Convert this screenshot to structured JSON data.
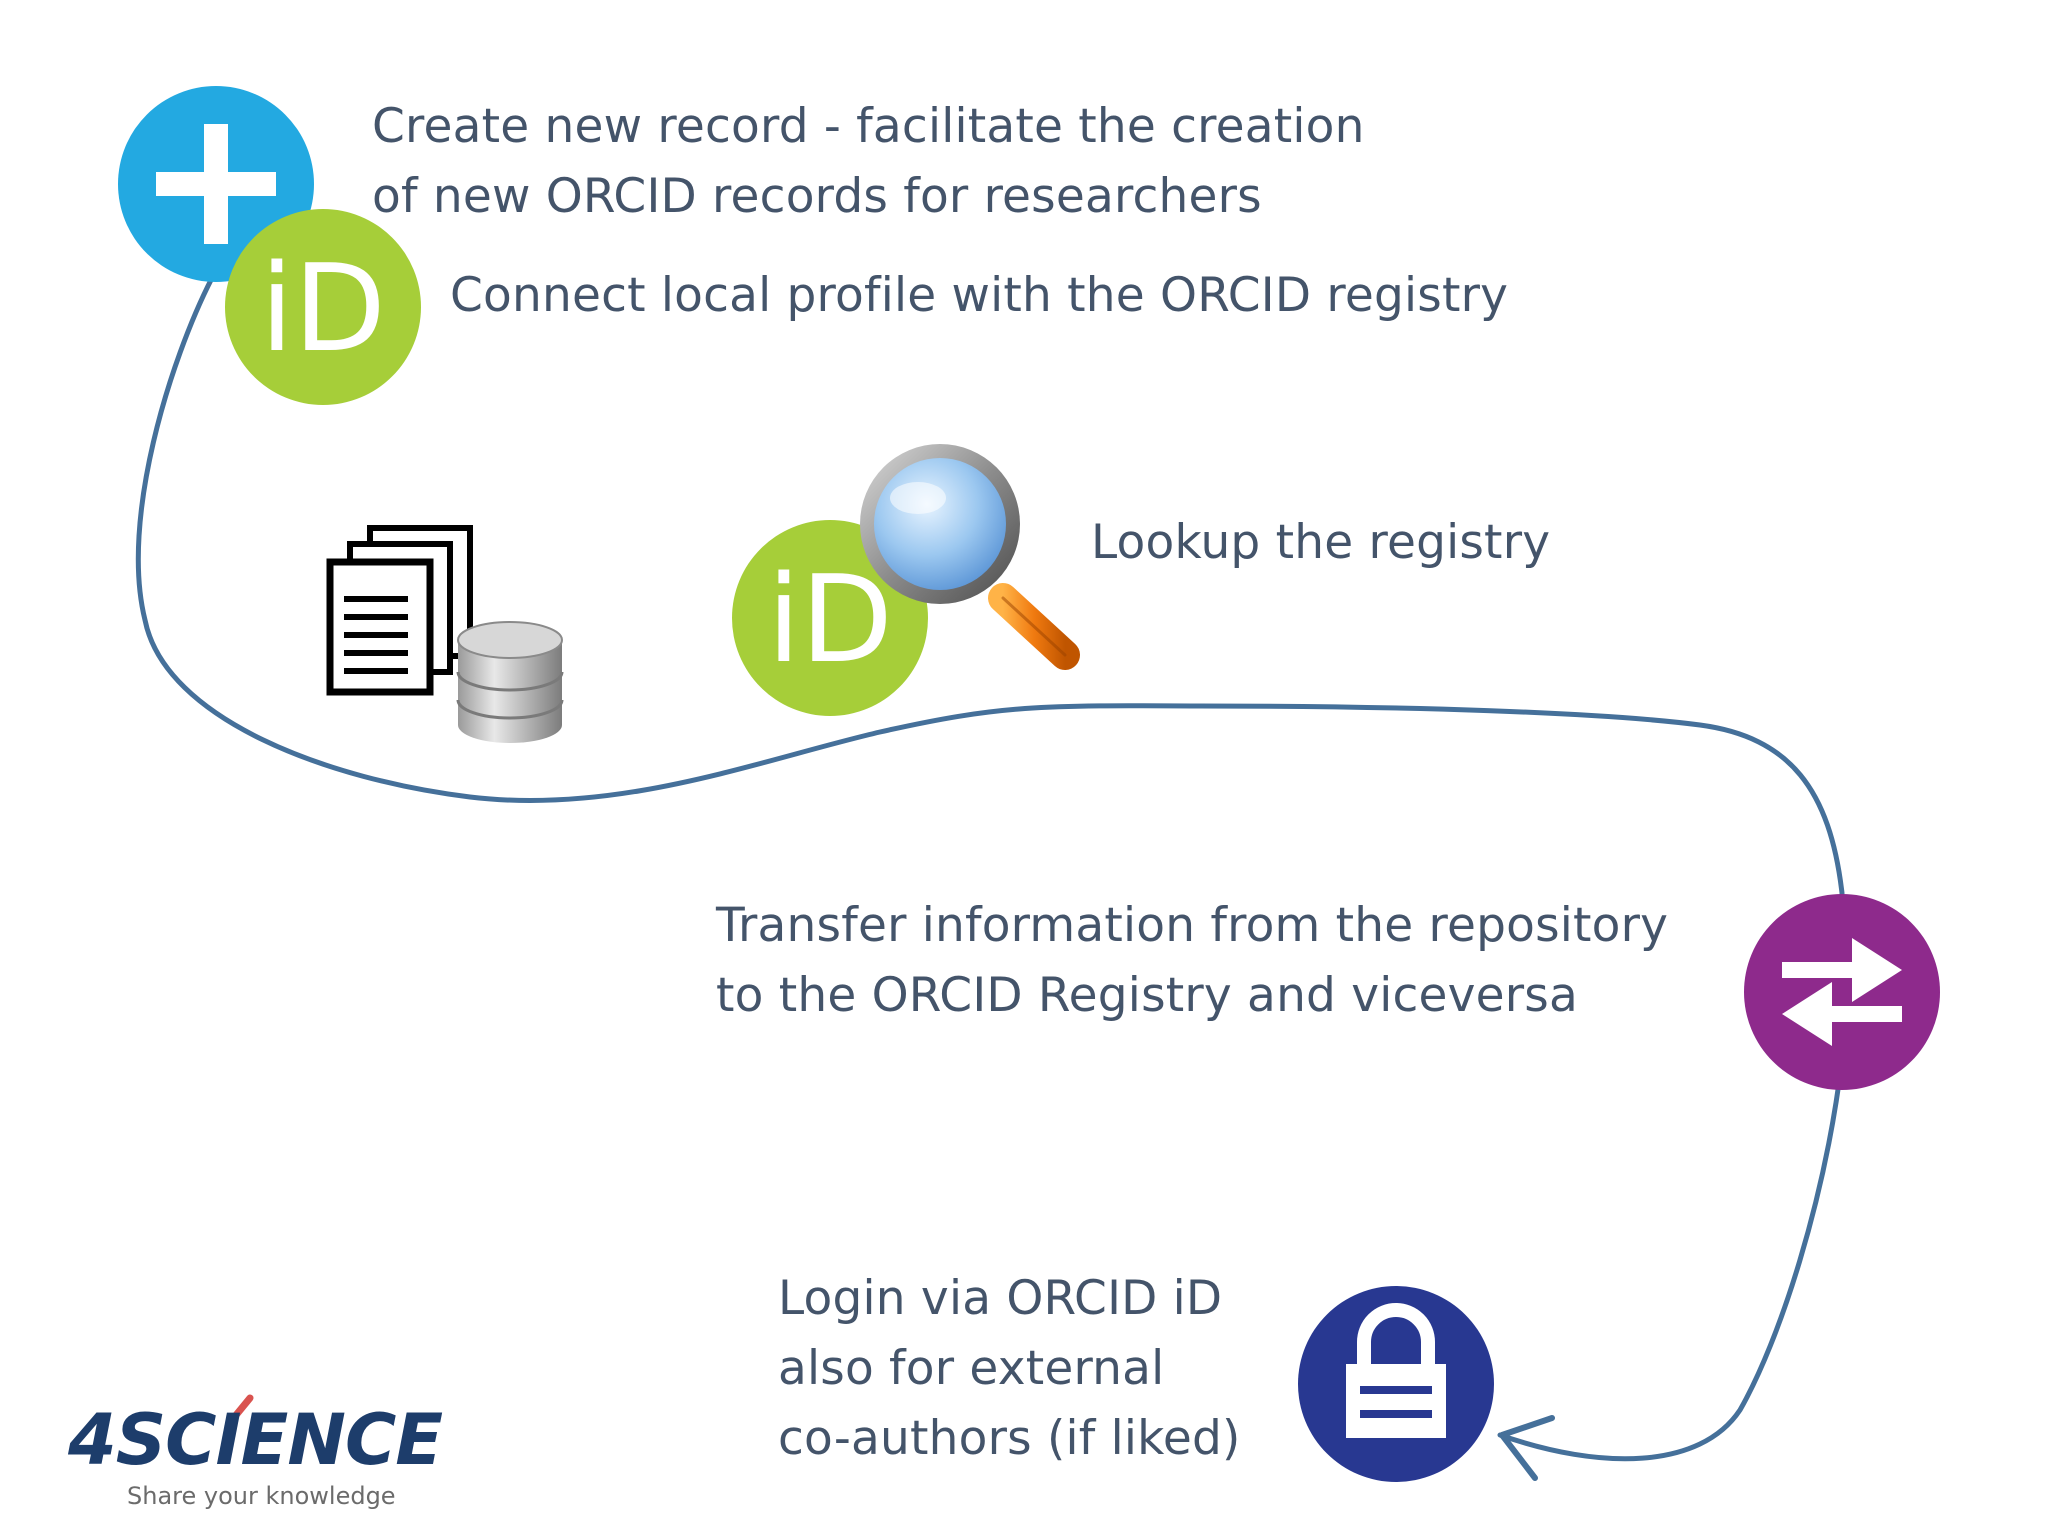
{
  "colors": {
    "path": "#45709a",
    "text": "#44546a",
    "plus_circle": "#23a9e1",
    "orcid_green": "#a6ce39",
    "transfer_circle": "#8e2a8c",
    "lock_circle": "#283891",
    "brand": "#1d3d6b"
  },
  "steps": {
    "create": {
      "icon": "plus-icon",
      "lines": [
        "Create new record - facilitate the creation",
        "of new ORCID records for researchers"
      ]
    },
    "connect": {
      "icon": "orcid-id-icon",
      "glyph": "iD",
      "lines": [
        "Connect local profile with the ORCID registry"
      ]
    },
    "local_profile": {
      "icon": "documents-database-icon"
    },
    "lookup": {
      "icon": "orcid-magnifier-icon",
      "glyph": "iD",
      "lines": [
        "Lookup the registry"
      ]
    },
    "transfer": {
      "icon": "transfer-arrows-icon",
      "lines": [
        "Transfer information from the repository",
        "to the ORCID Registry and viceversa"
      ]
    },
    "login": {
      "icon": "lock-icon",
      "lines": [
        "Login via ORCID iD",
        "also for external",
        "co-authors (if liked)"
      ]
    }
  },
  "brand": {
    "name": "4SCIENCE",
    "tagline": "Share your knowledge"
  }
}
